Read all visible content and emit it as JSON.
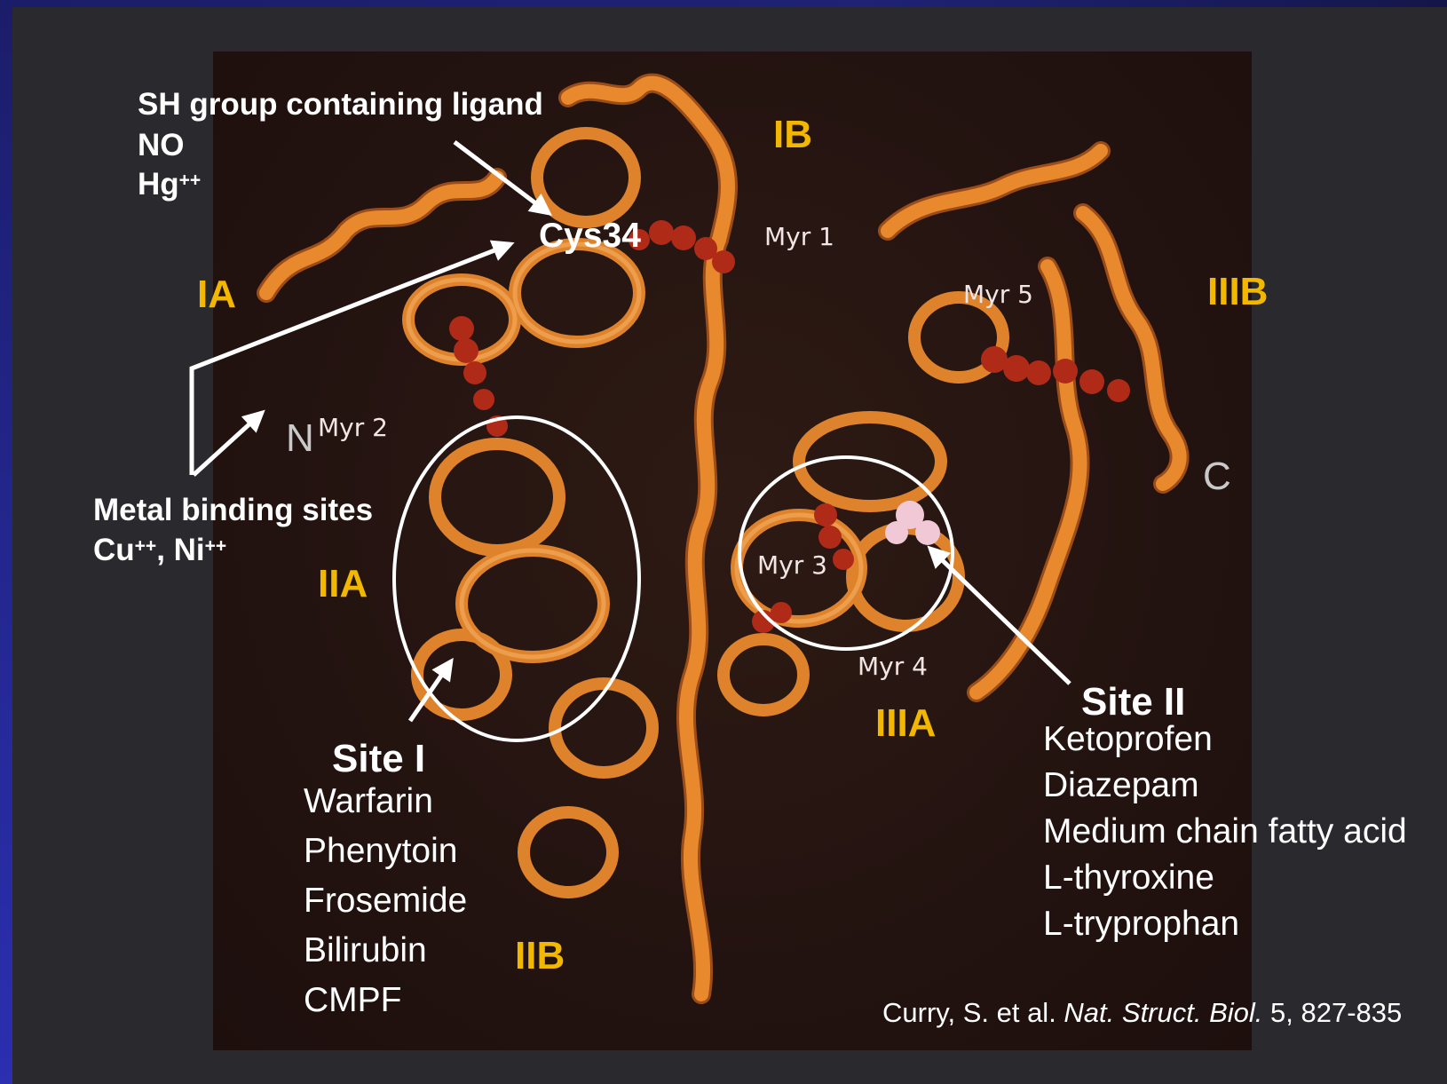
{
  "annotations": {
    "sh_group": [
      "SH group containing ligand",
      "NO",
      "Hg"
    ],
    "sh_superscript": "++",
    "cys": "Cys34",
    "metal_title": "Metal binding sites",
    "metal_sites": [
      "Cu",
      "++",
      ", Ni",
      "++"
    ]
  },
  "domains": {
    "IA": "IA",
    "IB": "IB",
    "IIA": "IIA",
    "IIB": "IIB",
    "IIIA": "IIIA",
    "IIIB": "IIIB"
  },
  "myristate_sites": [
    "Myr 1",
    "Myr 2",
    "Myr 3",
    "Myr 4",
    "Myr 5"
  ],
  "termini": {
    "n": "N",
    "c": "C"
  },
  "site_1": {
    "title": "Site I",
    "ligands": [
      "Warfarin",
      "Phenytoin",
      "Frosemide",
      "Bilirubin",
      "CMPF"
    ]
  },
  "site_2": {
    "title": "Site II",
    "ligands": [
      "Ketoprofen",
      "Diazepam",
      "Medium chain fatty acid",
      "L-thyroxine",
      "L-tryprophan"
    ]
  },
  "citation": {
    "authors": "Curry, S. et al. ",
    "journal": "Nat. Struct. Biol.",
    "volume_pages": " 5, 827-835"
  },
  "colors": {
    "ribbon": "#e8892e",
    "ribbon_shadow": "#a8531a",
    "myristate": "#b02a18",
    "domain_label": "#f2b800",
    "background": "#2a2a2e",
    "frame": "#2b2fb0"
  }
}
